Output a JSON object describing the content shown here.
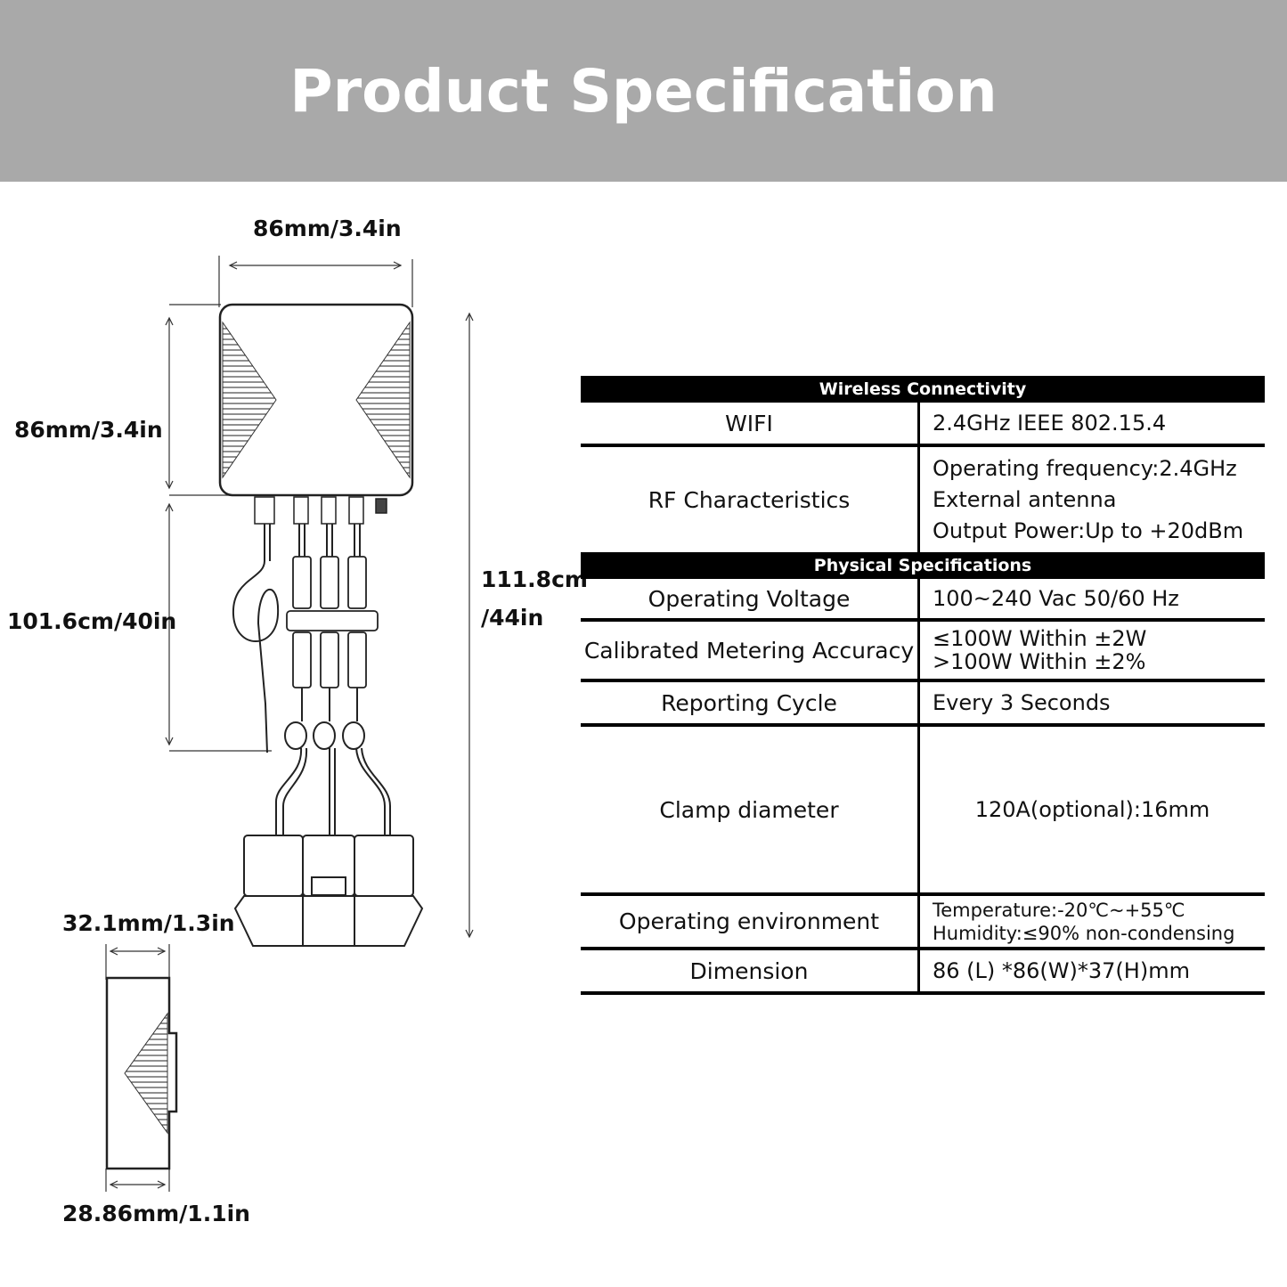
{
  "title": "Product Specification",
  "dimensions": {
    "width_top": "86mm/3.4in",
    "height_box": "86mm/3.4in",
    "cable_length": "101.6cm/40in",
    "total_length_line1": "111.8cm",
    "total_length_line2": "/44in",
    "side_depth": "32.1mm/1.3in",
    "side_depth_bottom": "28.86mm/1.1in"
  },
  "spec_table": {
    "wireless_header": "Wireless Connectivity",
    "physical_header": "Physical Specifications",
    "rows": [
      {
        "label": "WIFI",
        "values": [
          "2.4GHz IEEE 802.15.4"
        ]
      },
      {
        "label": "RF Characteristics",
        "values": [
          "Operating frequency:2.4GHz",
          "External antenna",
          "Output Power:Up to +20dBm"
        ]
      },
      {
        "label": "Operating Voltage",
        "values": [
          "100~240 Vac 50/60 Hz"
        ]
      },
      {
        "label": "Calibrated Metering Accuracy",
        "values": [
          "≤100W Within ±2W",
          ">100W Within ±2%"
        ]
      },
      {
        "label": "Reporting Cycle",
        "values": [
          "Every 3 Seconds"
        ]
      },
      {
        "label": "Clamp diameter",
        "values": [
          "120A(optional):16mm"
        ]
      },
      {
        "label": "Operating environment",
        "values": [
          "Temperature:-20℃~+55℃",
          "Humidity:≤90% non-condensing"
        ]
      },
      {
        "label": "Dimension",
        "values": [
          "86 (L) *86(W)*37(H)mm"
        ]
      }
    ]
  }
}
